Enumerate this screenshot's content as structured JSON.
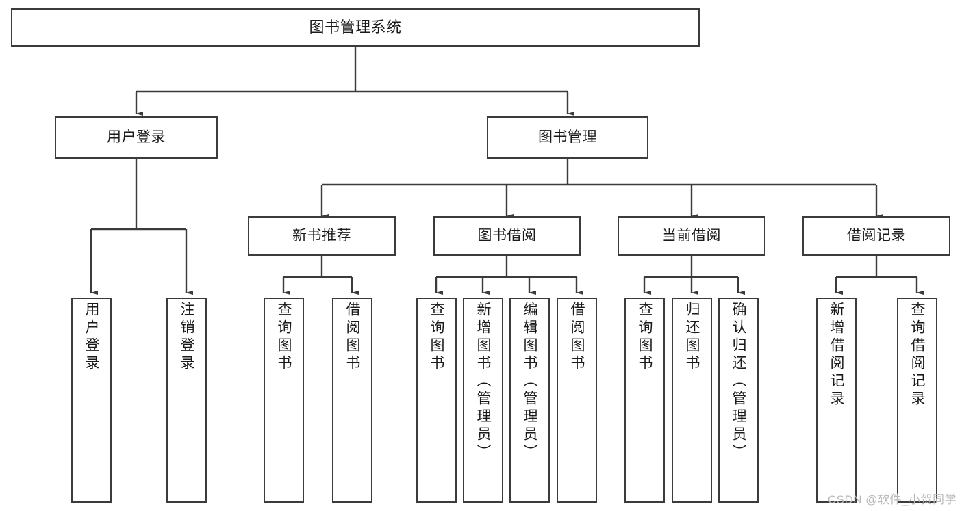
{
  "diagram": {
    "title": "图书管理系统",
    "watermark": "CSDN @软件_小贺同学",
    "line_color": "#3b3b3b",
    "box_fill": "#ffffff",
    "text_color": "#1a1a1a",
    "watermark_color": "#b9b9b9",
    "levels": {
      "root": {
        "label": "图书管理系统"
      },
      "level2": [
        {
          "label": "用户登录"
        },
        {
          "label": "图书管理"
        }
      ],
      "level3": [
        {
          "label": "新书推荐"
        },
        {
          "label": "图书借阅"
        },
        {
          "label": "当前借阅"
        },
        {
          "label": "借阅记录"
        }
      ],
      "leaves": {
        "user_login": [
          {
            "label": "用户登录"
          },
          {
            "label": "注销登录"
          }
        ],
        "new_book_recommend": [
          {
            "label": "查询图书"
          },
          {
            "label": "借阅图书"
          }
        ],
        "book_borrow": [
          {
            "label": "查询图书"
          },
          {
            "label": "新增图书（管理员）"
          },
          {
            "label": "编辑图书（管理员）"
          },
          {
            "label": "借阅图书"
          }
        ],
        "current_borrow": [
          {
            "label": "查询图书"
          },
          {
            "label": "归还图书"
          },
          {
            "label": "确认归还（管理员）"
          }
        ],
        "borrow_record": [
          {
            "label": "新增借阅记录"
          },
          {
            "label": "查询借阅记录"
          }
        ]
      }
    }
  }
}
